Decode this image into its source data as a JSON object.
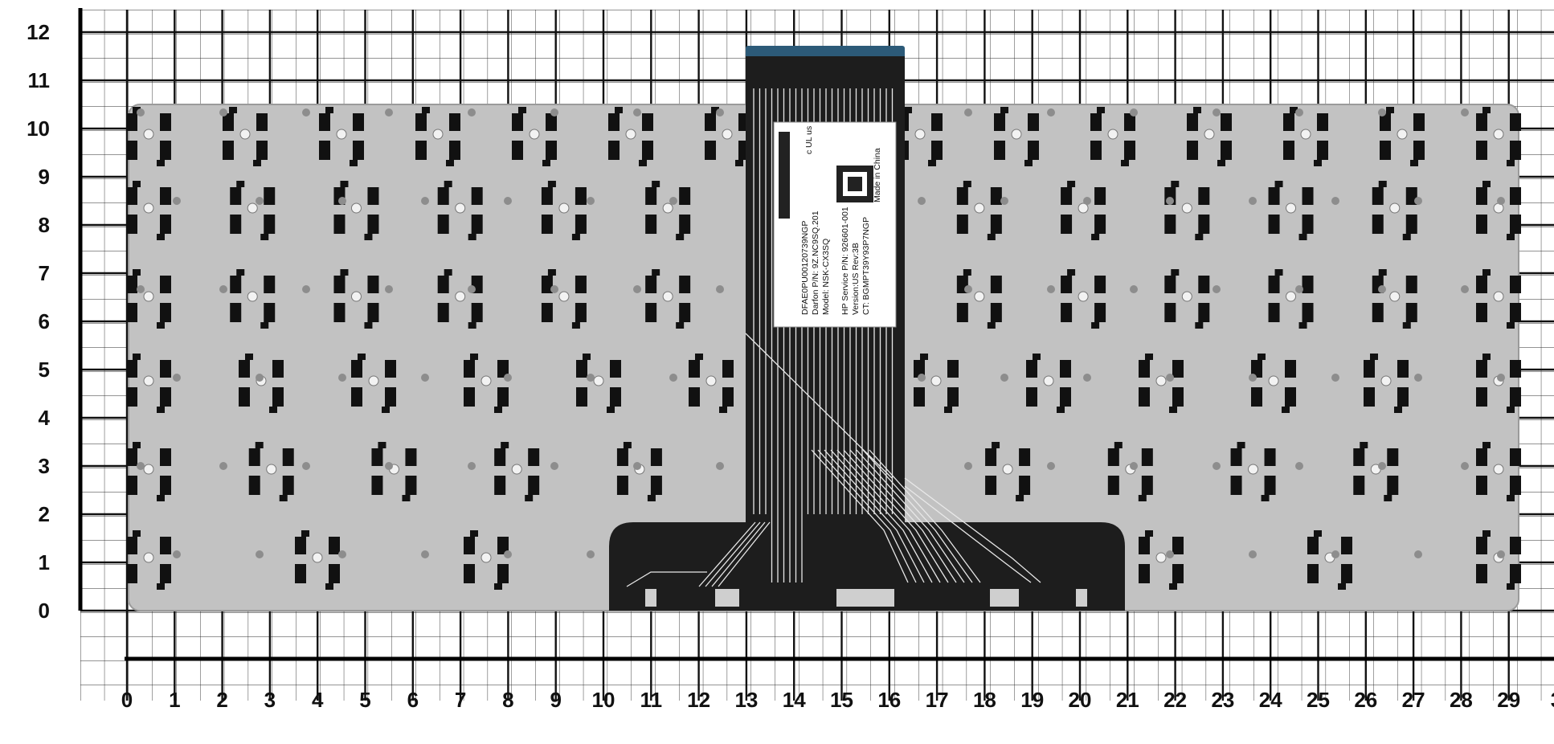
{
  "ruler": {
    "x_ticks": [
      "0",
      "1",
      "2",
      "3",
      "4",
      "5",
      "6",
      "7",
      "8",
      "9",
      "10",
      "11",
      "12",
      "13",
      "14",
      "15",
      "16",
      "17",
      "18",
      "19",
      "20",
      "21",
      "22",
      "23",
      "24",
      "25",
      "26",
      "27",
      "28",
      "29",
      "3"
    ],
    "y_ticks": [
      "0",
      "1",
      "2",
      "3",
      "4",
      "5",
      "6",
      "7",
      "8",
      "9",
      "10",
      "11",
      "12"
    ]
  },
  "label": {
    "lines": [
      "DFAE0PU00120739NGP",
      "Darfon P/N: 9Z.NC9SQ.201",
      "Model: NSK-CX3SQ",
      "HP Service P/N: 926601-001",
      "Version:US        Rev:3B",
      "CT: BGMPT39Y93P7NGP"
    ],
    "made_in": "Made in China",
    "cert": "c UL us"
  },
  "colors": {
    "plate": "#c2c2c2",
    "cable": "#1d1d1d",
    "cable_tip": "#2c5a78",
    "grid": "#1a1a1a",
    "paper": "#ffffff"
  }
}
